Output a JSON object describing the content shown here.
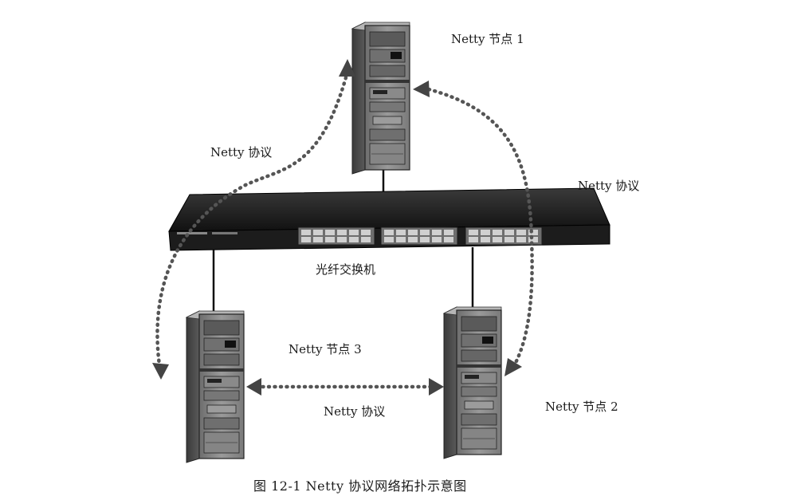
{
  "nodes": {
    "node1": "Netty 节点 1",
    "node2": "Netty 节点 2",
    "node3": "Netty 节点 3"
  },
  "switch_label": "光纤交换机",
  "protocol_labels": {
    "left": "Netty 协议",
    "right": "Netty 协议",
    "bottom": "Netty 协议"
  },
  "caption": "图 12-1    Netty 协议网络拓扑示意图"
}
